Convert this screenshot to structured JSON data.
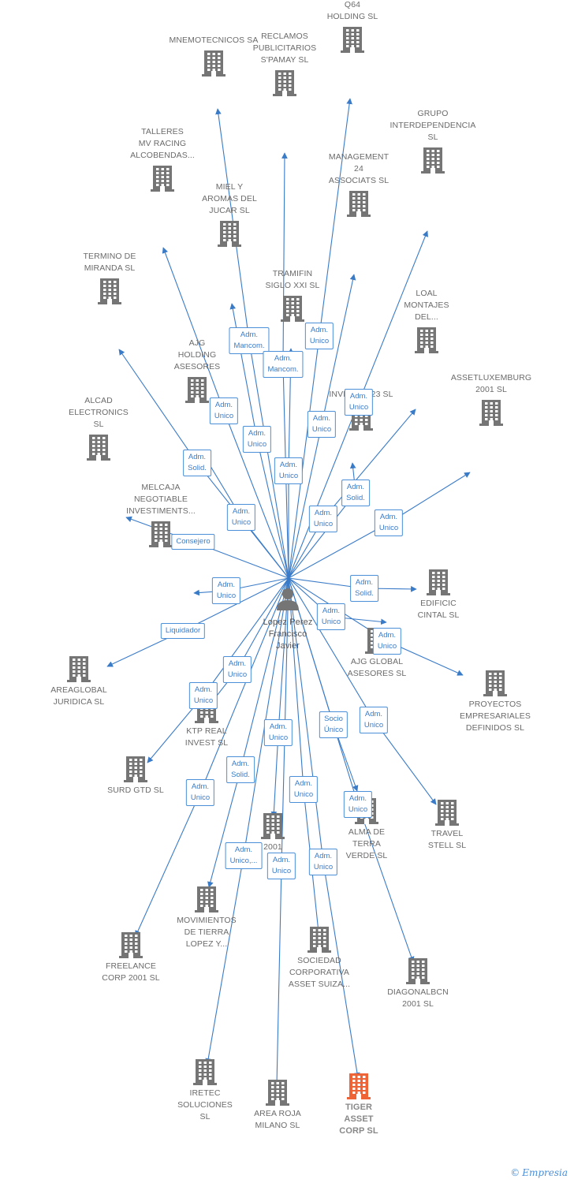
{
  "person": {
    "name": "Lopez Perez\nFrancisco\nJavier",
    "icon": "person-icon"
  },
  "colors": {
    "edge": "#3a7bc8",
    "building": "#757575",
    "highlight": "#ee6437"
  },
  "brand": {
    "symbol": "©",
    "text": "Empresia"
  },
  "companies": [
    {
      "id": "mnemotecnicos",
      "label": "MNEMOTECNICOS SA",
      "above": true
    },
    {
      "id": "q64",
      "label": "Q64\nHOLDING SL",
      "above": true
    },
    {
      "id": "reclamos",
      "label": "RECLAMOS\nPUBLICITARIOS\nS'PAMAY SL",
      "above": true
    },
    {
      "id": "grupo",
      "label": "GRUPO\nINTERDEPENDENCIA\nSL",
      "above": true
    },
    {
      "id": "talleres",
      "label": "TALLERES\nMV RACING\nALCOBENDAS...",
      "above": true
    },
    {
      "id": "management",
      "label": "MANAGEMENT\n24\nASSOCIATS SL",
      "above": true
    },
    {
      "id": "mielyaromas",
      "label": "MIEL Y\nAROMAS DEL\nJUCAR SL",
      "above": true
    },
    {
      "id": "termino",
      "label": "TERMINO DE\nMIRANDA SL",
      "above": true
    },
    {
      "id": "tramifin",
      "label": "TRAMIFIN\nSIGLO XXI SL",
      "above": true
    },
    {
      "id": "loal",
      "label": "LOAL\nMONTAJES\nDEL...",
      "above": true
    },
    {
      "id": "ajgholding",
      "label": "AJG\nHOLDING\nASESORES",
      "above": true
    },
    {
      "id": "invest2023",
      "label": "INVEST 2023 SL",
      "above": true
    },
    {
      "id": "assetlux",
      "label": "ASSETLUXEMBURG\n2001 SL",
      "above": true
    },
    {
      "id": "alcad",
      "label": "ALCAD\nELECTRONICS\nSL",
      "above": true
    },
    {
      "id": "melcaja",
      "label": "MELCAJA\nNEGOTIABLE\nINVESTIMENTS...",
      "above": true
    },
    {
      "id": "edificic",
      "label": "EDIFICIC\nCINTAL SL",
      "above": false
    },
    {
      "id": "ajgglobal",
      "label": "AJG GLOBAL\nASESORES SL",
      "above": false
    },
    {
      "id": "areaglobal",
      "label": "AREAGLOBAL\nJURIDICA SL",
      "above": false
    },
    {
      "id": "proyectos",
      "label": "PROYECTOS\nEMPRESARIALES\nDEFINIDOS SL",
      "above": false
    },
    {
      "id": "ktpreal",
      "label": "KTP REAL\nINVEST SL",
      "above": false
    },
    {
      "id": "surdgtd",
      "label": "SURD GTD SL",
      "above": false
    },
    {
      "id": "travelstell",
      "label": "TRAVEL\nSTELL SL",
      "above": false
    },
    {
      "id": "almadeterra",
      "label": "ALMA DE\nTERRA\nVERDE SL",
      "above": false
    },
    {
      "id": "company2001",
      "label": "2001",
      "above": false
    },
    {
      "id": "movimientos",
      "label": "MOVIMIENTOS\nDE TIERRA\nLOPEZ Y...",
      "above": false
    },
    {
      "id": "freelance",
      "label": "FREELANCE\nCORP 2001 SL",
      "above": false
    },
    {
      "id": "sociedad",
      "label": "SOCIEDAD\nCORPORATIVA\nASSET SUIZA...",
      "above": false
    },
    {
      "id": "diagonalbcn",
      "label": "DIAGONALBCN\n2001 SL",
      "above": false
    },
    {
      "id": "iretec",
      "label": "IRETEC\nSOLUCIONES\nSL",
      "above": false
    },
    {
      "id": "arearoja",
      "label": "AREA ROJA\nMILANO SL",
      "above": false
    },
    {
      "id": "tiger",
      "label": "TIGER\nASSET\nCORP SL",
      "above": false,
      "highlight": true
    }
  ],
  "roles": [
    {
      "id": "r_mnemo",
      "text": "Adm.\nMancom."
    },
    {
      "id": "r_q64",
      "text": "Adm.\nUnico"
    },
    {
      "id": "r_reclamos",
      "text": "Adm.\nMancom."
    },
    {
      "id": "r_management",
      "text": "Adm.\nUnico"
    },
    {
      "id": "r_grupo",
      "text": "Adm.\nUnico"
    },
    {
      "id": "r_talleres",
      "text": "Adm.\nUnico"
    },
    {
      "id": "r_miel",
      "text": "Adm.\nUnico"
    },
    {
      "id": "r_tramifin",
      "text": "Adm.\nUnico"
    },
    {
      "id": "r_termino",
      "text": "Adm.\nSolid."
    },
    {
      "id": "r_invest",
      "text": "Adm.\nSolid."
    },
    {
      "id": "r_ajgholding",
      "text": "Adm.\nUnico"
    },
    {
      "id": "r_loal",
      "text": "Adm.\nUnico"
    },
    {
      "id": "r_assetlux",
      "text": "Adm.\nUnico"
    },
    {
      "id": "r_alcad",
      "text": "Consejero"
    },
    {
      "id": "r_melcaja",
      "text": "Adm.\nUnico"
    },
    {
      "id": "r_edificic",
      "text": "Adm.\nSolid."
    },
    {
      "id": "r_ajgglobal",
      "text": "Adm.\nUnico"
    },
    {
      "id": "r_proyectos",
      "text": "Adm.\nUnico"
    },
    {
      "id": "r_areaglobal",
      "text": "Liquidador"
    },
    {
      "id": "r_ktp",
      "text": "Adm.\nUnico"
    },
    {
      "id": "r_surd",
      "text": "Adm.\nUnico"
    },
    {
      "id": "r_travel",
      "text": "Adm.\nUnico"
    },
    {
      "id": "r_alma",
      "text": "Socio\nÚnico"
    },
    {
      "id": "r_2001",
      "text": "Adm.\nUnico"
    },
    {
      "id": "r_movimientos",
      "text": "Adm.\nSolid."
    },
    {
      "id": "r_freelance",
      "text": "Adm.\nUnico"
    },
    {
      "id": "r_sociedad",
      "text": "Adm.\nUnico"
    },
    {
      "id": "r_diagonal",
      "text": "Adm.\nUnico"
    },
    {
      "id": "r_iretec",
      "text": "Adm.\nUnico,..."
    },
    {
      "id": "r_arearoja",
      "text": "Adm.\nUnico"
    },
    {
      "id": "r_tiger",
      "text": "Adm.\nUnico"
    }
  ]
}
